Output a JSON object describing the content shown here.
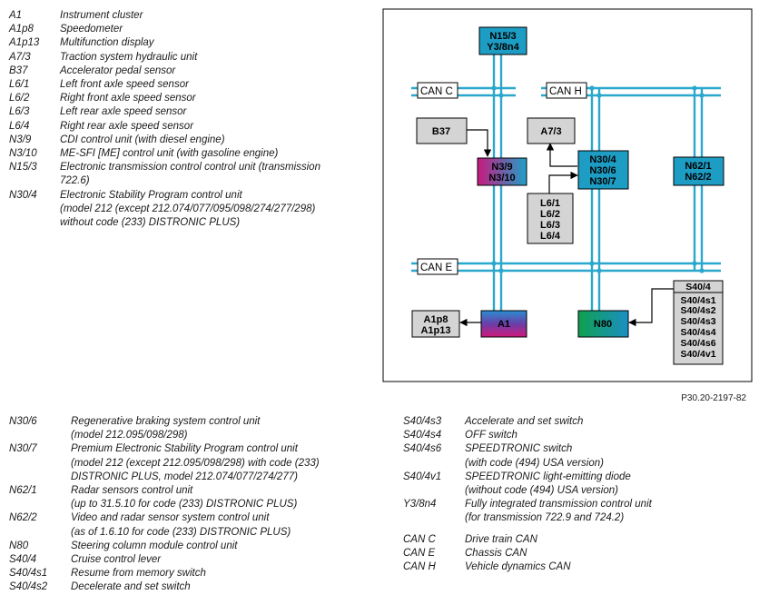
{
  "legend_top": [
    {
      "code": "A1",
      "desc": "Instrument cluster"
    },
    {
      "code": "A1p8",
      "desc": "Speedometer"
    },
    {
      "code": "A1p13",
      "desc": "Multifunction display"
    },
    {
      "code": "A7/3",
      "desc": "Traction system hydraulic unit"
    },
    {
      "code": "B37",
      "desc": "Accelerator pedal sensor"
    },
    {
      "code": "L6/1",
      "desc": "Left front axle speed sensor"
    },
    {
      "code": "L6/2",
      "desc": "Right front axle speed sensor"
    },
    {
      "code": "L6/3",
      "desc": "Left rear axle speed sensor"
    },
    {
      "code": "L6/4",
      "desc": "Right rear axle speed sensor"
    },
    {
      "code": "N3/9",
      "desc": "CDI control unit (with diesel engine)"
    },
    {
      "code": "N3/10",
      "desc": "ME-SFI [ME] control unit (with gasoline engine)"
    },
    {
      "code": "N15/3",
      "desc": "Electronic transmission control control unit (transmission\n722.6)"
    },
    {
      "code": "N30/4",
      "desc": "Electronic Stability Program control unit\n(model 212 (except 212.074/077/095/098/274/277/298)\nwithout code (233) DISTRONIC PLUS)"
    }
  ],
  "legend_mid": [
    {
      "code": "N30/6",
      "desc": "Regenerative braking system control unit\n(model 212.095/098/298)"
    },
    {
      "code": "N30/7",
      "desc": "Premium Electronic Stability Program control unit\n(model 212 (except 212.095/098/298) with code (233)\nDISTRONIC PLUS, model 212.074/077/274/277)"
    },
    {
      "code": "N62/1",
      "desc": "Radar sensors control unit\n(up to 31.5.10 for code (233) DISTRONIC PLUS)"
    },
    {
      "code": "N62/2",
      "desc": "Video and radar sensor system control unit\n(as of 1.6.10 for code (233) DISTRONIC PLUS)"
    },
    {
      "code": "N80",
      "desc": "Steering column module control unit"
    },
    {
      "code": "S40/4",
      "desc": "Cruise control lever"
    },
    {
      "code": "S40/4s1",
      "desc": "Resume from memory switch"
    },
    {
      "code": "S40/4s2",
      "desc": "Decelerate and set switch"
    }
  ],
  "legend_right": [
    {
      "code": "S40/4s3",
      "desc": "Accelerate and set switch"
    },
    {
      "code": "S40/4s4",
      "desc": "OFF switch"
    },
    {
      "code": "S40/4s6",
      "desc": "SPEEDTRONIC switch\n(with code (494) USA version)"
    },
    {
      "code": "S40/4v1",
      "desc": "SPEEDTRONIC light-emitting diode\n(without code (494) USA version)"
    },
    {
      "code": "Y3/8n4",
      "desc": "Fully integrated transmission control unit\n(for transmission 722.9 and 724.2)"
    },
    {
      "code": "",
      "desc": ""
    },
    {
      "code": "CAN C",
      "desc": "Drive train CAN"
    },
    {
      "code": "CAN E",
      "desc": "Chassis CAN"
    },
    {
      "code": "CAN H",
      "desc": "Vehicle dynamics CAN"
    }
  ],
  "figure_code": "P30.20-2197-82",
  "diagram": {
    "bus_labels": {
      "can_c": "CAN C",
      "can_h": "CAN H",
      "can_e": "CAN E"
    },
    "boxes": {
      "n15_3": [
        "N15/3",
        "Y3/8n4"
      ],
      "b37": [
        "B37"
      ],
      "a7_3": [
        "A7/3"
      ],
      "n3": [
        "N3/9",
        "N3/10"
      ],
      "n30": [
        "N30/4",
        "N30/6",
        "N30/7"
      ],
      "n62": [
        "N62/1",
        "N62/2"
      ],
      "l6": [
        "L6/1",
        "L6/2",
        "L6/3",
        "L6/4"
      ],
      "s40": [
        "S40/4",
        "S40/4s1",
        "S40/4s2",
        "S40/4s3",
        "S40/4s4",
        "S40/4s6",
        "S40/4v1"
      ],
      "a1p": [
        "A1p8",
        "A1p13"
      ],
      "a1": [
        "A1"
      ],
      "n80": [
        "N80"
      ]
    },
    "colors": {
      "bus": "#2aa7cc",
      "box_blue": "#1e9dc4",
      "box_gray": "#d4d4d4",
      "magenta": "#c8197f",
      "purple": "#5a3aa0",
      "green": "#12a35a"
    }
  }
}
